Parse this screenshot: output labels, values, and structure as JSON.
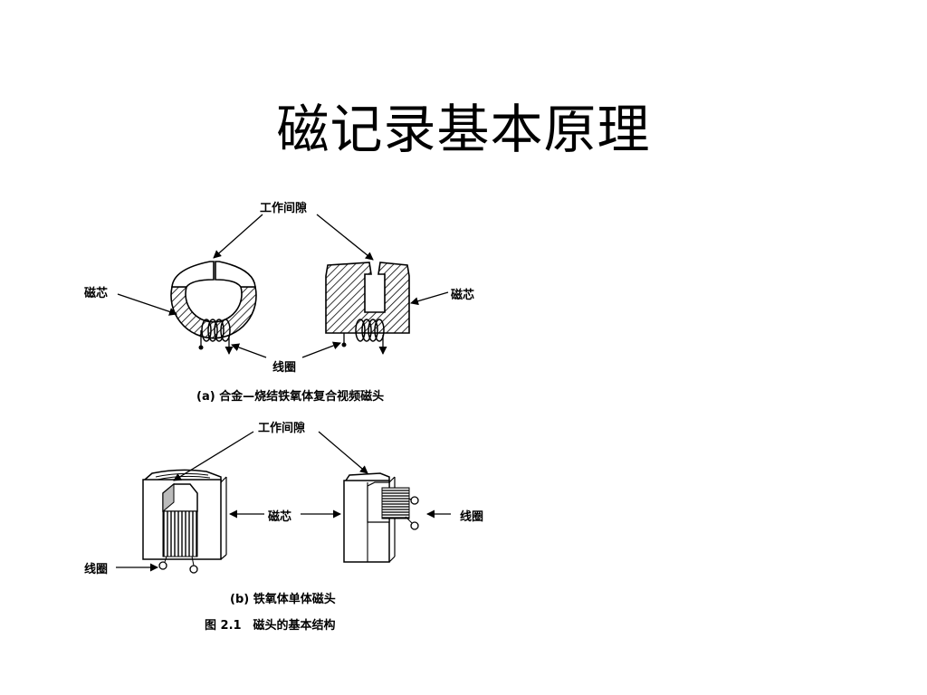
{
  "slide": {
    "title": "磁记录基本原理"
  },
  "figure": {
    "part_a": {
      "gap_label": "工作间隙",
      "core_label_left": "磁芯",
      "core_label_right": "磁芯",
      "coil_label": "线圈",
      "caption": "(a) 合金—烧结铁氧体复合视频磁头"
    },
    "part_b": {
      "gap_label": "工作间隙",
      "core_label": "磁芯",
      "coil_label_left": "线圈",
      "coil_label_right": "线圈",
      "caption": "(b) 铁氧体单体磁头"
    },
    "figure_caption": "图 2.1　磁头的基本结构"
  }
}
